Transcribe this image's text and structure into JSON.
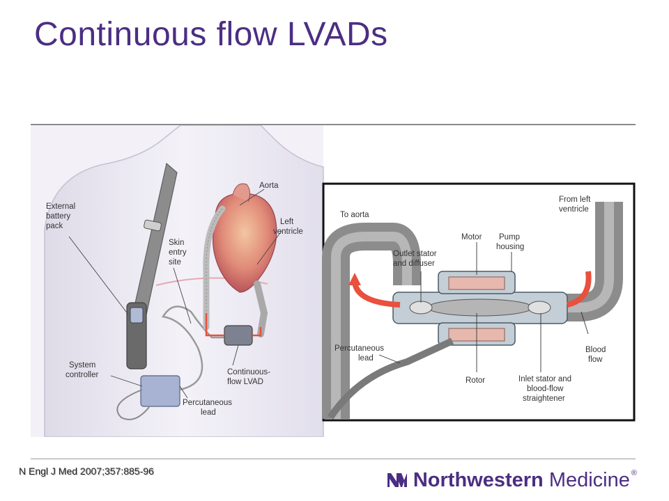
{
  "slide": {
    "title": "Continuous flow LVADs",
    "citation": "N Engl J Med 2007;357:885-96"
  },
  "logo": {
    "name_bold": "Northwestern",
    "name_regular": "Medicine",
    "trademark": "®",
    "color": "#4b2e83"
  },
  "figure": {
    "left_labels": {
      "external_battery_pack": [
        "External",
        "battery",
        "pack"
      ],
      "skin_entry_site": [
        "Skin",
        "entry",
        "site"
      ],
      "aorta": "Aorta",
      "left_ventricle": [
        "Left",
        "ventricle"
      ],
      "system_controller": [
        "System",
        "controller"
      ],
      "continuous_flow_lvad": [
        "Continuous-",
        "flow LVAD"
      ],
      "percutaneous_lead": [
        "Percutaneous",
        "lead"
      ]
    },
    "inset_labels": {
      "to_aorta": "To aorta",
      "from_left_ventricle": [
        "From left",
        "ventricle"
      ],
      "motor": "Motor",
      "pump_housing": [
        "Pump",
        "housing"
      ],
      "outlet_stator": [
        "Outlet stator",
        "and diffuser"
      ],
      "percutaneous_lead": [
        "Percutaneous",
        "lead"
      ],
      "rotor": "Rotor",
      "inlet_stator": [
        "Inlet stator and",
        "blood-flow",
        "straightener"
      ],
      "blood_flow": [
        "Blood",
        "flow"
      ]
    }
  }
}
